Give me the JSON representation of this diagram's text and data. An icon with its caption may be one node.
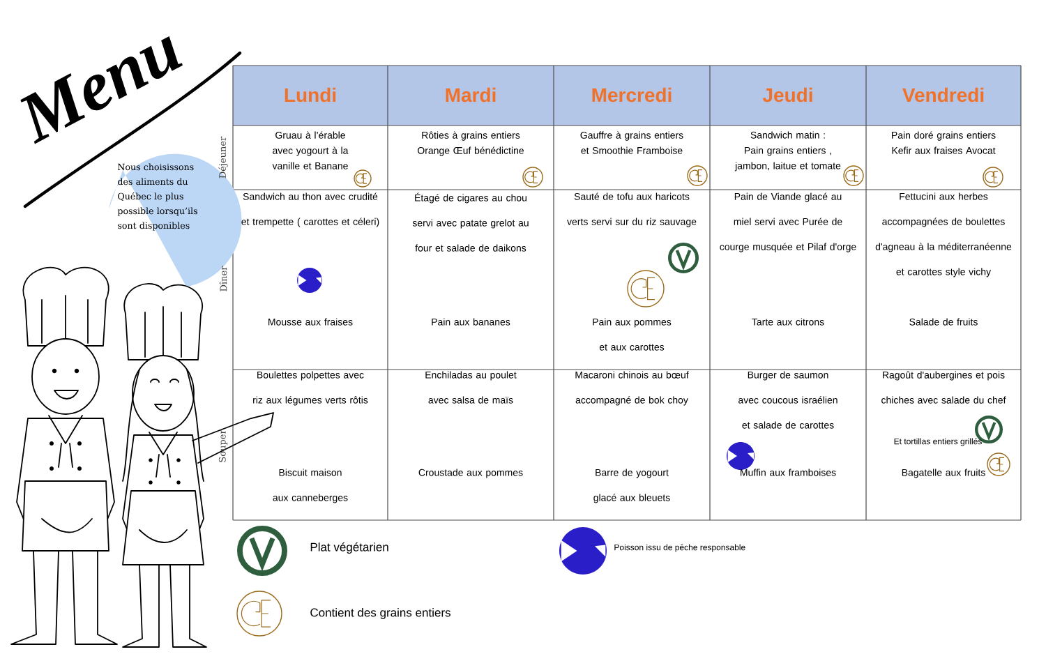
{
  "diagram": {
    "title": "Menu",
    "nodes": [
      {
        "text": [
          "Nous choisissons des aliments du Québec le plus possible lorsqu’ils sont disponibles"
        ]
      }
    ],
    "edges": [],
    "labels": [
      "Lundi",
      "Mardi",
      "Mercredi",
      "Jeudi",
      "Vendredi",
      "Déjeuner",
      "Gruau à l’érable avec yogourt à la vanille et Banane",
      "Rôties à grains entiers Orange Œuf bénédictine",
      "Gauffre à grains entiers et Smoothie Framboise",
      "Sandwich matin : Pain grains entiers , jambon, laitue et tomate",
      "Pain doré grains entiers Kefir aux fraises Avocat",
      "Dîner",
      "Sandwich au thon avec crudité et trempette ( carottes et céleri)",
      "Mousse aux fraises",
      "Étagé de cigares au chou servi avec patate grelot au four et salade de daikons",
      "Pain aux bananes",
      "Sauté de tofu aux haricots verts servi sur du riz sauvage",
      "Pain aux pommes et aux carottes",
      "Pain de Viande glacé au miel servi avec Purée de courge musquée et Pilaf d'orge",
      "Tarte aux citrons",
      "Fettucini aux herbes accompagnées de boulettes d'agneau à la méditerranéenne et carottes style vichy",
      "Salade de fruits",
      "Souper",
      "Boulettes polpettes avec riz aux légumes verts rôtis",
      "Biscuit maison aux canneberges",
      "Enchiladas au poulet avec salsa de maïs",
      "Croustade aux pommes",
      "Macaroni chinois au bœuf accompagné de bok choy",
      "Barre de yogourt glacé aux bleuets",
      "Burger de saumon avec coucous israélien et salade de carottes",
      "Muffin aux framboises",
      "Ragoût d'aubergines et pois chiches avec salade du chef",
      "Et tortillas entiers grillés",
      "Bagatelle aux fruits"
    ],
    "legend": [
      {
        "text": "Plat végétarien"
      },
      {
        "text": "Poisson issu de pêche responsable"
      },
      {
        "text": "Contient des grains entiers"
      }
    ]
  }
}
